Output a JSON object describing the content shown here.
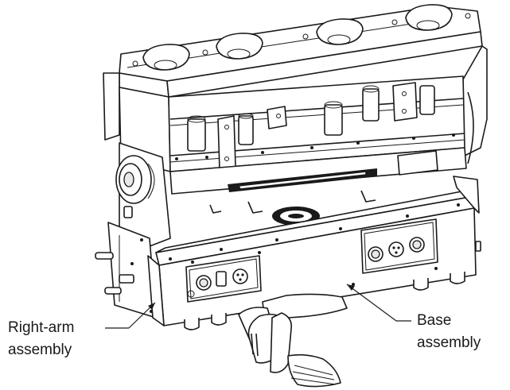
{
  "labels": {
    "right_arm": [
      "Right-arm",
      "assembly"
    ],
    "base": [
      "Base",
      "assembly"
    ]
  },
  "colors": {
    "ink": "#1a1a1a",
    "background": "#ffffff",
    "shade": "#e8e8e8"
  }
}
